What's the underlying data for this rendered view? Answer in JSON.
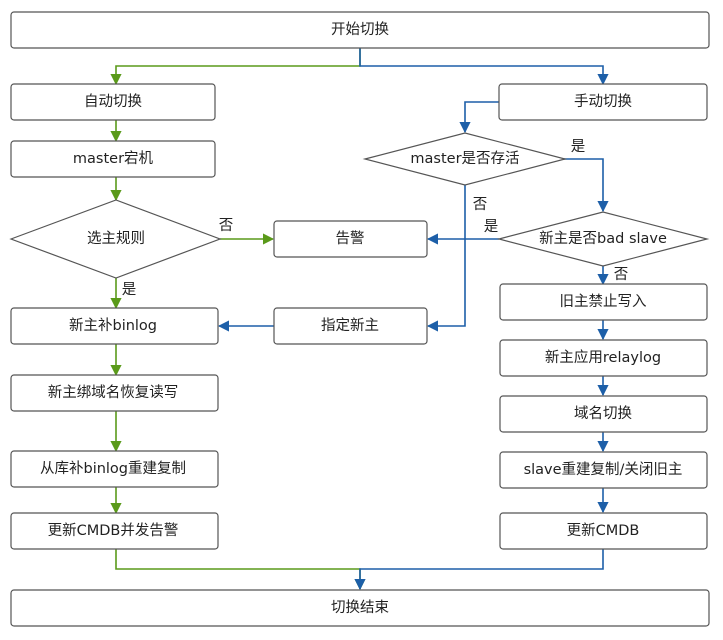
{
  "nodes": {
    "start": "开始切换",
    "auto_switch": "自动切换",
    "manual_switch": "手动切换",
    "master_down": "master宕机",
    "master_alive": "master是否存活",
    "select_rule": "选主规则",
    "alert": "告警",
    "new_master_bad_slave": "新主是否bad slave",
    "assign_new_master": "指定新主",
    "new_master_fill_binlog": "新主补binlog",
    "old_master_forbid_write": "旧主禁止写入",
    "new_master_apply_relaylog": "新主应用relaylog",
    "new_master_bind_domain": "新主绑域名恢复读写",
    "domain_switch": "域名切换",
    "slave_fill_binlog_rebuild": "从库补binlog重建复制",
    "slave_rebuild_close_old": "slave重建复制/关闭旧主",
    "update_cmdb_alert": "更新CMDB并发告警",
    "update_cmdb": "更新CMDB",
    "end": "切换结束"
  },
  "edge_labels": {
    "select_rule_no": "否",
    "select_rule_yes": "是",
    "master_alive_yes": "是",
    "master_alive_no": "否",
    "bad_slave_yes": "是",
    "bad_slave_no": "否"
  },
  "colors": {
    "auto_path": "#5a9a1a",
    "manual_path": "#1d5fa8",
    "node_border": "#555555"
  }
}
